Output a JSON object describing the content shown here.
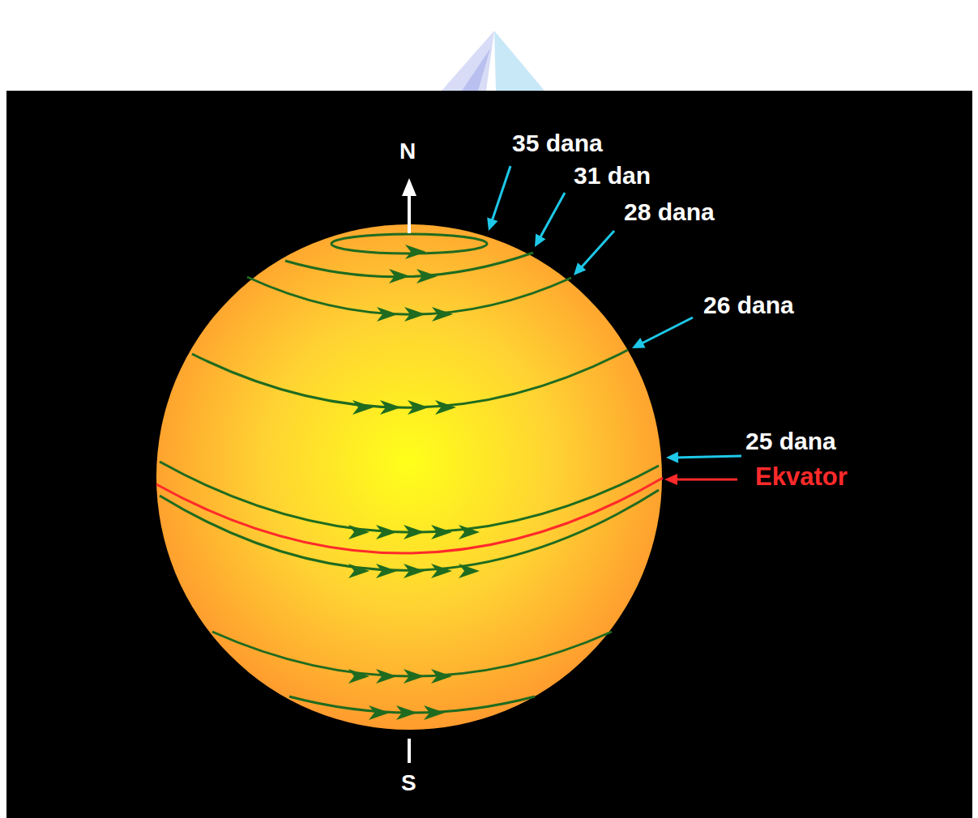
{
  "diagram": {
    "labels": [
      "N",
      "35 dana",
      "31 dan",
      "28 dana",
      "26 dana",
      "25 dana",
      "Ekvator",
      "S"
    ]
  }
}
